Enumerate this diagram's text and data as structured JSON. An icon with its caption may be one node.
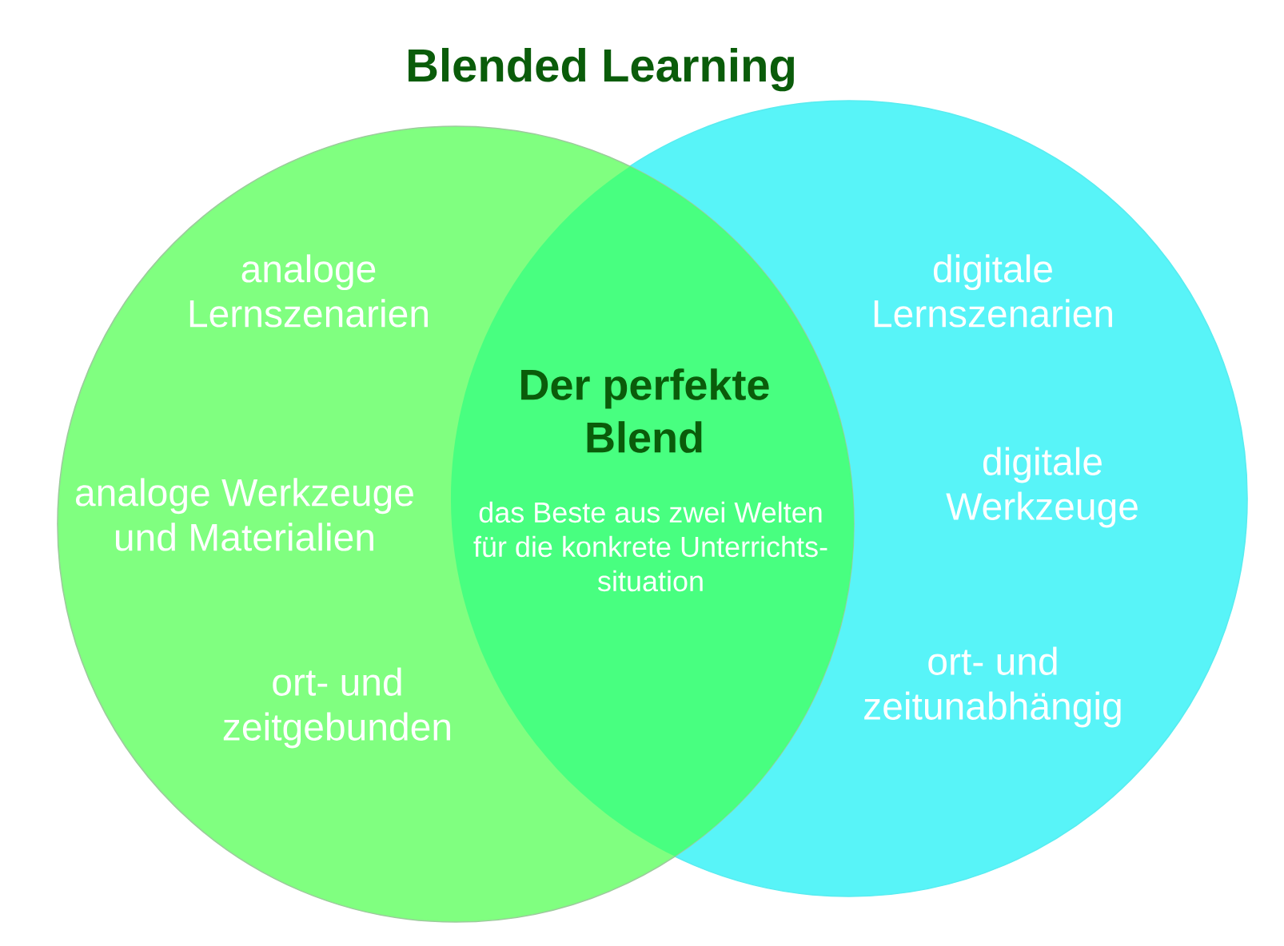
{
  "diagram": {
    "title": "Blended Learning",
    "nodes": [
      {
        "text": [
          "analoge Lernszenarien",
          "analoge Werkzeuge und Materialien",
          "ort- und zeitgebunden"
        ]
      },
      {
        "text": [
          "digitale Lernszenarien",
          "digitale Werkzeuge",
          "ort- und zeitunabhängig"
        ]
      },
      {
        "text": [
          "Der perfekte Blend",
          "das Beste aus zwei Welten für die konkrete Unterrichts- situation"
        ]
      }
    ]
  }
}
